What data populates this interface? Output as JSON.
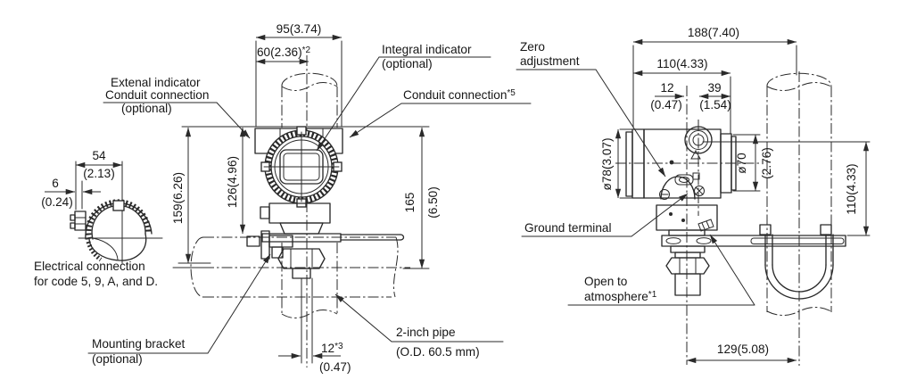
{
  "colors": {
    "background": "#ffffff",
    "line": "#2a2a2a",
    "text": "#161616"
  },
  "left": {
    "dim54": "54",
    "dim54_in": "(2.13)",
    "dim6": "6",
    "dim6_in": "(0.24)",
    "caption1": "Electrical connection",
    "caption2": "for code 5, 9, A, and D."
  },
  "front": {
    "dim95": "95(3.74)",
    "dim60": "60(2.36)",
    "dim60_sup": "*2",
    "dim159": "159(6.26)",
    "dim126": "126(4.96)",
    "dim165": "165",
    "dim165_in": "(6.50)",
    "dim12": "12",
    "dim12_sup": "*3",
    "dim12_in": "(0.47)",
    "lbl_ext1": "Extenal indicator",
    "lbl_ext2": "Conduit connection",
    "lbl_ext3": "(optional)",
    "lbl_int1": "Integral indicator",
    "lbl_int2": "(optional)",
    "lbl_cond": "Conduit connection",
    "lbl_cond_sup": "*5",
    "lbl_mb1": "Mounting bracket",
    "lbl_mb2": "(optional)",
    "lbl_pipe1": "2-inch pipe",
    "lbl_pipe2": "(O.D. 60.5 mm)"
  },
  "side": {
    "dim188": "188(7.40)",
    "dim110t": "110(4.33)",
    "dim12": "12",
    "dim12_in": "(0.47)",
    "dim39": "39",
    "dim39_in": "(1.54)",
    "dim78": "ø78(3.07)",
    "dim70": "ø70",
    "dim70_in": "(2.76)",
    "dim110r": "110(4.33)",
    "dim129": "129(5.08)",
    "lbl_zero1": "Zero",
    "lbl_zero2": "adjustment",
    "lbl_gnd": "Ground terminal",
    "lbl_open1": "Open to",
    "lbl_open2": "atmosphere",
    "lbl_open2_sup": "*1"
  }
}
